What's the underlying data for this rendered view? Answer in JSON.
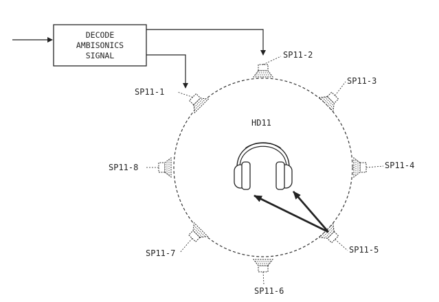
{
  "decoder": {
    "lines": [
      "DECODE",
      "AMBISONICS",
      "SIGNAL"
    ]
  },
  "headphones": {
    "label": "HD11"
  },
  "speakers": [
    {
      "id": "sp1",
      "label": "SP11-1"
    },
    {
      "id": "sp2",
      "label": "SP11-2"
    },
    {
      "id": "sp3",
      "label": "SP11-3"
    },
    {
      "id": "sp4",
      "label": "SP11-4"
    },
    {
      "id": "sp5",
      "label": "SP11-5"
    },
    {
      "id": "sp6",
      "label": "SP11-6"
    },
    {
      "id": "sp7",
      "label": "SP11-7"
    },
    {
      "id": "sp8",
      "label": "SP11-8"
    }
  ],
  "colors": {
    "ink": "#222222",
    "background": "#ffffff"
  }
}
